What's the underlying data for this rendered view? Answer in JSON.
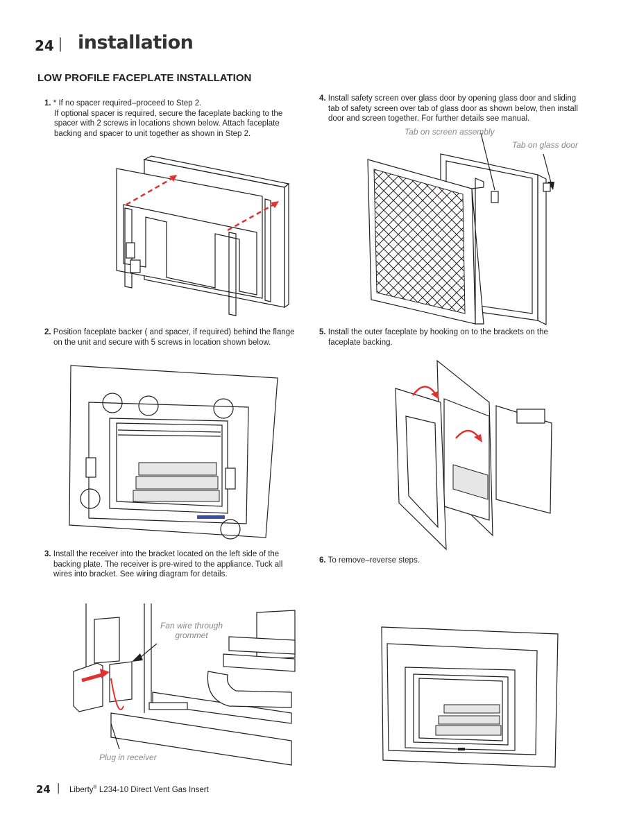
{
  "header": {
    "page_number": "24",
    "separator": "|",
    "title": "installation"
  },
  "section_title": "LOW PROFILE FACEPLATE INSTALLATION",
  "steps": [
    {
      "number": "1.",
      "lines": [
        "* If no spacer required–proceed to Step 2.",
        "If optional spacer is required, secure the faceplate backing to the spacer with 2 screws in locations shown below. Attach faceplate backing and spacer to unit together as shown in Step 2."
      ]
    },
    {
      "number": "2.",
      "text": "Position faceplate backer ( and spacer, if required) behind the flange on the unit and secure with 5 screws in location shown below."
    },
    {
      "number": "3.",
      "text": "Install the receiver into the bracket located on the left side of the backing plate. The receiver is pre-wired to the appliance. Tuck all wires into bracket. See wiring diagram for details."
    },
    {
      "number": "4.",
      "text": "Install safety screen over glass door by opening glass door and sliding tab of safety screen over tab of glass door as shown below, then install door and screen together.  For further details see manual."
    },
    {
      "number": "5.",
      "text": "Install the outer faceplate by hooking on to the brackets on the faceplate backing."
    },
    {
      "number": "6.",
      "text": "To remove–reverse steps."
    }
  ],
  "callouts": {
    "tab_screen": "Tab on screen assembly",
    "tab_glass": "Tab on glass door",
    "fan_wire": "Fan wire through grommet",
    "plug_receiver": "Plug in receiver"
  },
  "footer": {
    "page_number": "24",
    "separator": "|",
    "product_name": "Liberty",
    "registered": "®",
    "product_rest": " L234-10 Direct Vent Gas Insert"
  },
  "colors": {
    "text": "#231f20",
    "arrow_red": "#e03131",
    "callout_gray": "#888888"
  }
}
